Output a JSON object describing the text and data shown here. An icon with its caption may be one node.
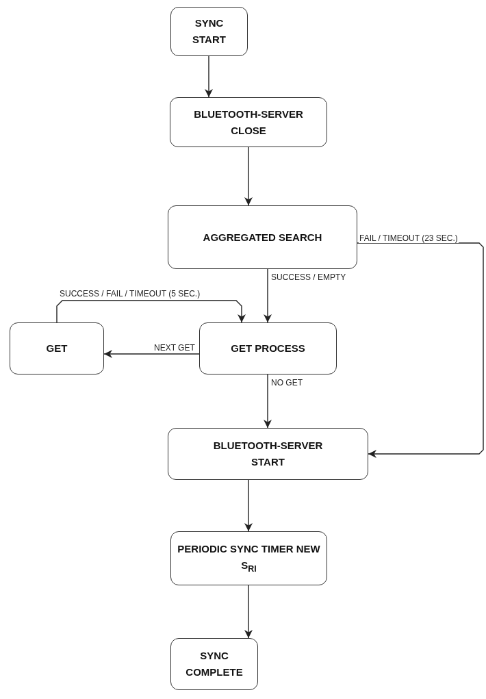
{
  "diagram": {
    "nodes": [
      {
        "text": [
          "SYNC START"
        ]
      },
      {
        "text": [
          "BLUETOOTH-SERVER CLOSE"
        ]
      },
      {
        "text": [
          "AGGREGATED SEARCH"
        ]
      },
      {
        "text": [
          "GET"
        ]
      },
      {
        "text": [
          "GET PROCESS"
        ]
      },
      {
        "text": [
          "BLUETOOTH-SERVER START"
        ]
      },
      {
        "text": [
          "PERIODIC SYNC  TIMER NEW S$_{RI}$"
        ]
      },
      {
        "text": [
          "SYNC COMPLETE"
        ]
      }
    ],
    "edges": [
      {
        "from": 0,
        "to": 1,
        "arrow": "to"
      },
      {
        "from": 1,
        "to": 2,
        "arrow": "to"
      },
      {
        "from": 2,
        "to": 4,
        "arrow": "to",
        "label": "SUCCESS / EMPTY"
      },
      {
        "from": 2,
        "to": 5,
        "arrow": "to",
        "label": "FAIL / TIMEOUT (23 SEC.)"
      },
      {
        "from": 4,
        "to": 3,
        "arrow": "to",
        "label": "NEXT GET"
      },
      {
        "from": 3,
        "to": 4,
        "arrow": "to",
        "label": "SUCCESS / FAIL / TIMEOUT (5 SEC.)"
      },
      {
        "from": 4,
        "to": 5,
        "arrow": "to",
        "label": "NO GET"
      },
      {
        "from": 5,
        "to": 6,
        "arrow": "to"
      },
      {
        "from": 6,
        "to": 7,
        "arrow": "to"
      }
    ]
  }
}
